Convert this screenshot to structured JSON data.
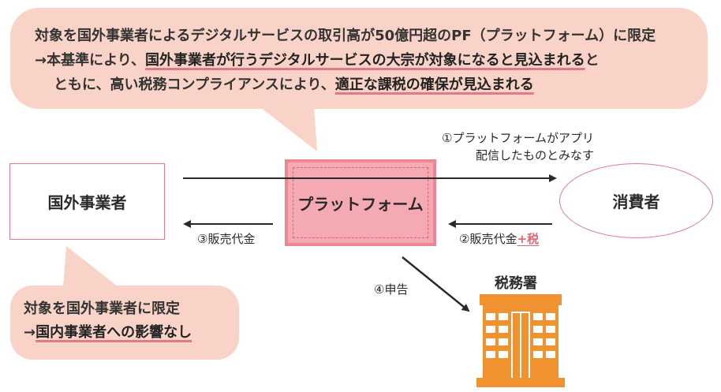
{
  "top_bubble": {
    "line1": "対象を国外事業者によるデジタルサービスの取引高が50億円超のPF（プラットフォーム）に限定",
    "line2_prefix": "→本基準により、",
    "line2_highlight": "国外事業者が行うデジタルサービスの大宗が対象になると見込まれる",
    "line2_suffix": "と",
    "line3_prefix": "ともに、高い税務コンプライアンスにより、",
    "line3_highlight": "適正な課税の確保が見込まれる"
  },
  "bottom_bubble": {
    "line1": "対象を国外事業者に限定",
    "line2_prefix": "→",
    "line2_highlight": "国内事業者への影響なし"
  },
  "nodes": {
    "foreign": "国外事業者",
    "platform": "プラットフォーム",
    "consumer": "消費者",
    "tax_office": "税務署"
  },
  "edges": {
    "deemed_line1": "①プラットフォームがアプリ",
    "deemed_line2": "配信したものとみなす",
    "sales_with_tax": "②販売代金",
    "tax_plus": "+税",
    "sales": "③販売代金",
    "report": "④申告"
  },
  "colors": {
    "bubble": "#f9d3c7",
    "accent": "#e77986",
    "platform_fill": "#f5aab3",
    "building": "#f0922f"
  }
}
